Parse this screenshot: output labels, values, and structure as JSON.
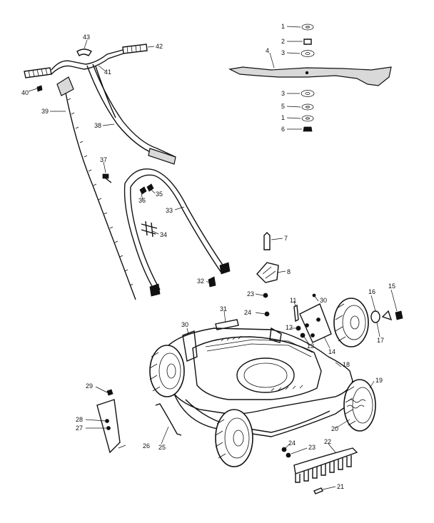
{
  "labels": {
    "p1a": "1",
    "p2": "2",
    "p3a": "3",
    "p4": "4",
    "p3b": "3",
    "p5": "5",
    "p1b": "1",
    "p6": "6",
    "p43": "43",
    "p42": "42",
    "p41": "41",
    "p40": "40",
    "p39": "39",
    "p38": "38",
    "p37": "37",
    "p36": "36",
    "p35": "35",
    "p33": "33",
    "p34": "34",
    "p7": "7",
    "p8": "8",
    "p32": "32",
    "p23a": "23",
    "p24a": "24",
    "p31": "31",
    "p11": "11",
    "p30a": "30",
    "p16": "16",
    "p15": "15",
    "p12": "12",
    "p13": "13",
    "p14": "14",
    "p17": "17",
    "p30b": "30",
    "p18": "18",
    "p19": "19",
    "p29": "29",
    "p28": "28",
    "p27": "27",
    "p26": "26",
    "p25": "25",
    "p20": "20",
    "p24b": "24",
    "p23b": "23",
    "p22": "22",
    "p21": "21"
  }
}
